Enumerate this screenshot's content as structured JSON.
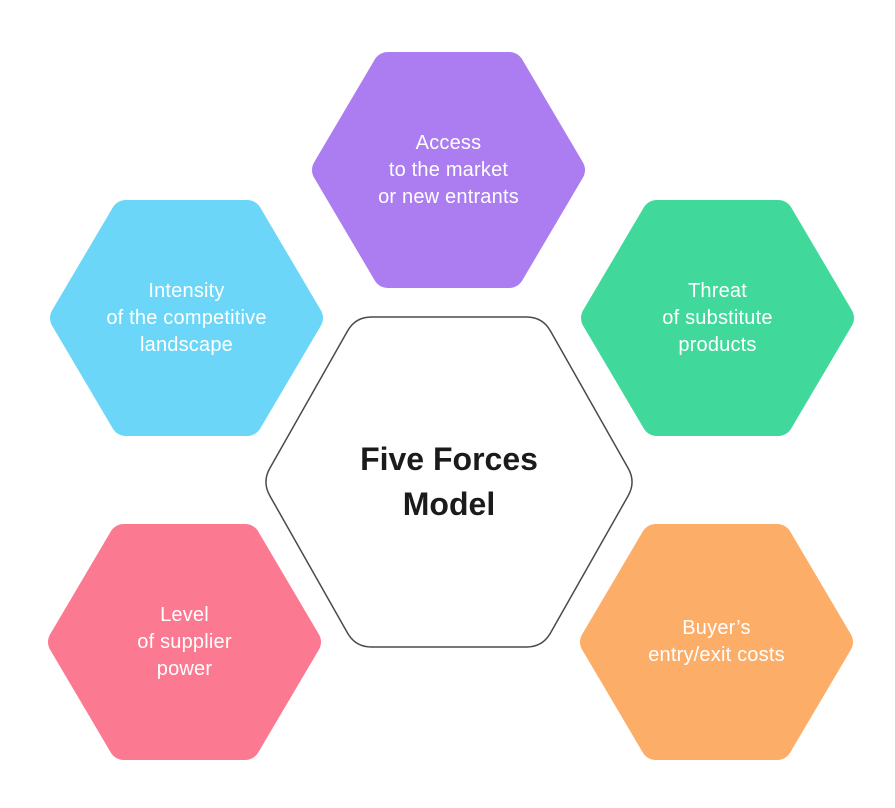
{
  "diagram": {
    "title": "Five Forces\nModel",
    "title_color": "#1b1b1b",
    "background_color": "#ffffff",
    "label_text_color": "#ffffff",
    "center_hexagon": {
      "fill_color": "#ffffff",
      "border_color": "#4a4a4a"
    },
    "forces": [
      {
        "name": "access-to-market",
        "position": "top",
        "label": "Access\nto the market\nor new entrants",
        "color": "#ab7df0"
      },
      {
        "name": "competitive-intensity",
        "position": "left",
        "label": "Intensity\nof the competitive\nlandscape",
        "color": "#6cd6f8"
      },
      {
        "name": "substitute-threat",
        "position": "right",
        "label": "Threat\nof substitute\nproducts",
        "color": "#41d99b"
      },
      {
        "name": "supplier-power",
        "position": "bottom-left",
        "label": "Level\nof supplier\npower",
        "color": "#fb7991"
      },
      {
        "name": "buyer-costs",
        "position": "bottom-right",
        "label": "Buyer’s\nentry/exit costs",
        "color": "#fcae69"
      }
    ]
  }
}
